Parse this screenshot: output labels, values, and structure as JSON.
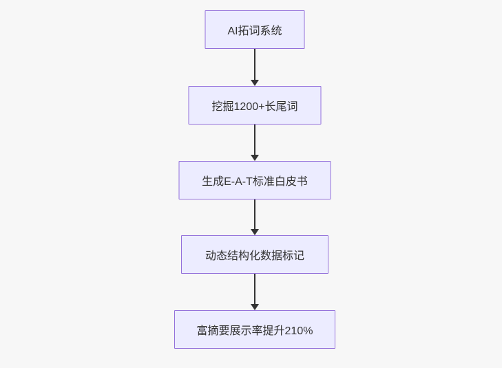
{
  "diagram": {
    "type": "flowchart-top-down",
    "colors": {
      "background": "#f7f7f7",
      "node_fill": "#ECECFF",
      "node_border": "#9370DB",
      "arrow": "#333333",
      "text": "#333333"
    },
    "nodes": [
      {
        "label": "AI拓词系统"
      },
      {
        "label": "挖掘1200+长尾词"
      },
      {
        "label": "生成E-A-T标准白皮书"
      },
      {
        "label": "动态结构化数据标记"
      },
      {
        "label": "富摘要展示率提升210%"
      }
    ],
    "edges": [
      {
        "from": 0,
        "to": 1
      },
      {
        "from": 1,
        "to": 2
      },
      {
        "from": 2,
        "to": 3
      },
      {
        "from": 3,
        "to": 4
      }
    ]
  }
}
